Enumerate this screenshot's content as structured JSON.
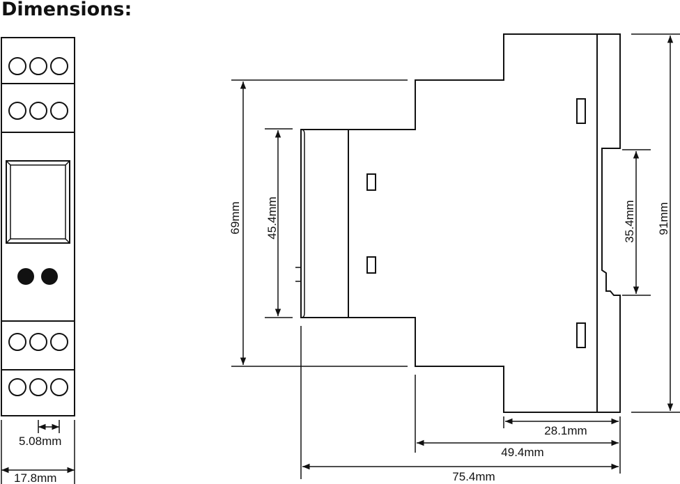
{
  "title": "Dimensions:",
  "dimensions": {
    "height_69": "69mm",
    "height_45": "45.4mm",
    "rail_35": "35.4mm",
    "height_91": "91mm",
    "depth_28": "28.1mm",
    "depth_49": "49.4mm",
    "depth_75": "75.4mm",
    "pitch_508": "5.08mm",
    "width_178": "17.8mm"
  },
  "colors": {
    "line": "#111111",
    "background": "#ffffff"
  }
}
